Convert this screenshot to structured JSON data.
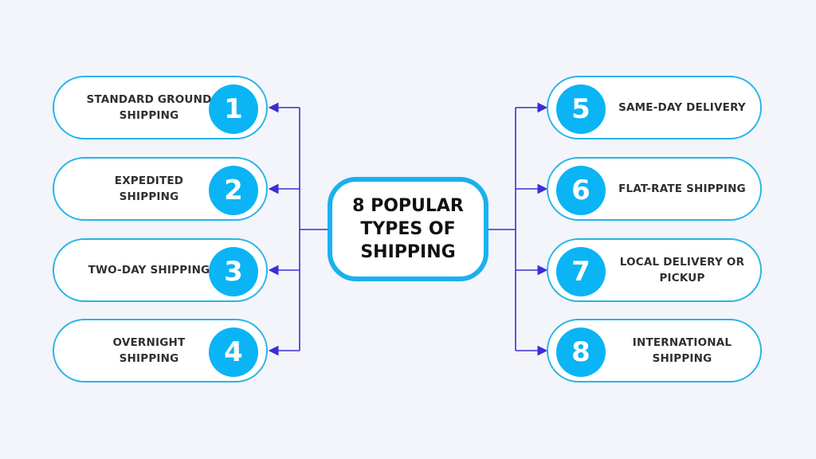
{
  "title": "8 POPULAR TYPES OF SHIPPING",
  "colors": {
    "accent": "#0ab4f5",
    "connector": "#3b2ed6",
    "border": "#27b4e8",
    "background": "#f3f5fb"
  },
  "left_items": [
    {
      "number": "1",
      "label": "STANDARD GROUND SHIPPING"
    },
    {
      "number": "2",
      "label": "EXPEDITED SHIPPING"
    },
    {
      "number": "3",
      "label": "TWO-DAY SHIPPING"
    },
    {
      "number": "4",
      "label": "OVERNIGHT SHIPPING"
    }
  ],
  "right_items": [
    {
      "number": "5",
      "label": "SAME-DAY DELIVERY"
    },
    {
      "number": "6",
      "label": "FLAT-RATE SHIPPING"
    },
    {
      "number": "7",
      "label": "LOCAL DELIVERY OR PICKUP"
    },
    {
      "number": "8",
      "label": "INTERNATIONAL SHIPPING"
    }
  ]
}
